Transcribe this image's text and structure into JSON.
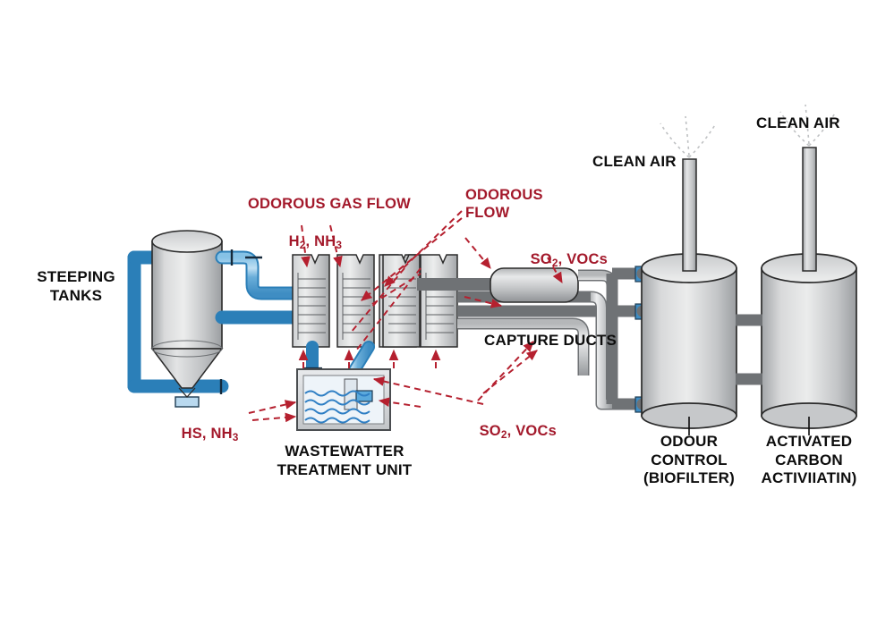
{
  "diagram": {
    "title": "Odour control process flow diagram",
    "colors": {
      "pipe_blue": "#5aa9dc",
      "pipe_blue_dark": "#2b7fb8",
      "metal_light": "#e2e3e4",
      "metal_mid": "#b9bbbd",
      "metal_dark": "#8e9194",
      "outline": "#2b2b2b",
      "label_red": "#a3192b",
      "label_black": "#0d0d0d",
      "water_blue": "#2f7fc4"
    }
  },
  "labels": {
    "steeping_tanks": "STEEPING\nTANKS",
    "odorous_gas_flow": "ODOROUS GAS FLOW",
    "h2_nh3": "H2, NH3",
    "h2_nh3_parts": {
      "a": "H",
      "a_sub": "2",
      "sep": ", NH",
      "b_sub": "3"
    },
    "odorous_flow": "ODOROUS\nFLOW",
    "so2_vocs_top": "SO2, VOCs",
    "so2_vocs_bottom": "SO2, VOCs",
    "so2_parts": {
      "a": "SO",
      "a_sub": "2",
      "rest": ", VOCs"
    },
    "hs_nh3": "HS, NH3",
    "hs_nh3_parts": {
      "a": "HS, NH",
      "a_sub": "3"
    },
    "capture_ducts": "CAPTURE DUCTS",
    "wastewater_unit": "WASTEWATTER\nTREATMENT UNIT",
    "clean_air_left": "CLEAN AIR",
    "clean_air_right": "CLEAN AIR",
    "odour_control": "ODOUR\nCONTROL\n(BIOFILTER)",
    "activated_carbon": "ACTIVATED\nCARBON\nACTIVIIATIN)"
  },
  "equipment": {
    "steeping_tank": "vertical-tank-with-cone-bottom",
    "press_units_count": 5,
    "silencer": "horizontal-cylinder-silencer",
    "biofilter_vessel": "vertical-cylinder",
    "carbon_vessel": "vertical-cylinder",
    "biofilter_inlets": 3,
    "interconnect_ducts": 2,
    "stacks": 2
  }
}
